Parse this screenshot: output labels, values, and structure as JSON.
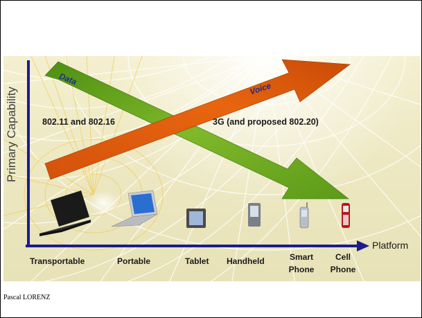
{
  "axis": {
    "y_label": "Primary Capability",
    "x_label": "Platform"
  },
  "arrows": {
    "data_label": "Data",
    "voice_label": "Voice"
  },
  "technologies": {
    "left": "802.11 and 802.16",
    "right": "3G (and proposed 802.20)"
  },
  "platforms": [
    {
      "label": "Transportable"
    },
    {
      "label": "Portable"
    },
    {
      "label": "Tablet"
    },
    {
      "label": "Handheld"
    },
    {
      "label_line1": "Smart",
      "label_line2": "Phone"
    },
    {
      "label_line1": "Cell",
      "label_line2": "Phone"
    }
  ],
  "footer": {
    "author": "Pascal LORENZ"
  },
  "colors": {
    "axis": "#1c1c8c",
    "data_arrow": "#6aa31c",
    "voice_arrow": "#e05a10",
    "arrow_text": "#1c2d8a"
  }
}
